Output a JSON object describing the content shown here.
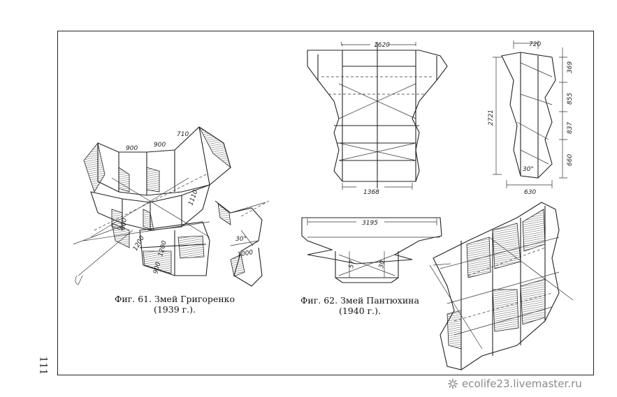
{
  "page": {
    "number": "111"
  },
  "fig61": {
    "caption_line1": "Фиг. 61. Змей Григоренко",
    "caption_line2": "(1939 г.).",
    "dims": [
      "900",
      "900",
      "710",
      "1110",
      "800",
      "1200",
      "1200",
      "900",
      "30°",
      "1000"
    ]
  },
  "fig62": {
    "caption_line1": "Фиг. 62. Змей Пантюхина",
    "caption_line2": "(1940 г.).",
    "dims_front": [
      "1620",
      "1368"
    ],
    "dims_side": [
      "720",
      "369",
      "855",
      "2721",
      "837",
      "660",
      "30°",
      "630"
    ],
    "dims_top": [
      "3195",
      "57",
      "30"
    ]
  },
  "watermark": {
    "text": "ecolife23.livemaster.ru",
    "icon": "gear-flower-icon"
  }
}
